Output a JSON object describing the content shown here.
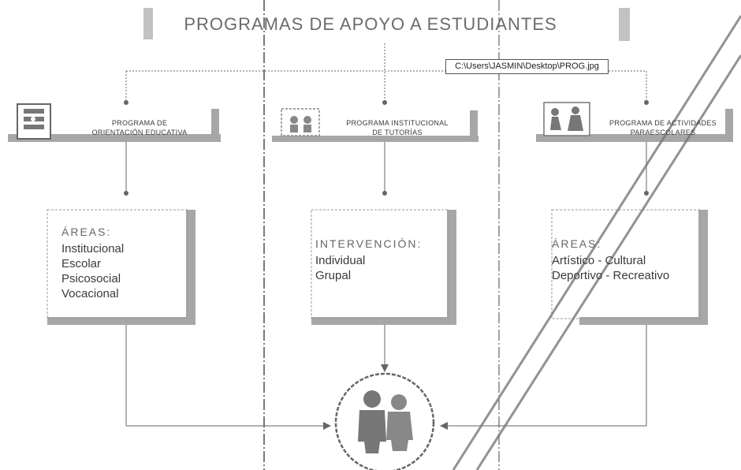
{
  "title": "PROGRAMAS DE APOYO A ESTUDIANTES",
  "file_path": "C:\\Users\\JASMIN\\Desktop\\PROG.jpg",
  "programs": [
    {
      "line1": "PROGRAMA DE",
      "line2": "ORIENTACIÓN EDUCATIVA",
      "icon": "orientation-icon"
    },
    {
      "line1": "PROGRAMA INSTITUCIONAL",
      "line2": "DE TUTORÍAS",
      "icon": "tutoring-icon"
    },
    {
      "line1": "PROGRAMA DE ACTIVIDADES",
      "line2": "PARAESCOLARES",
      "icon": "activities-icon"
    }
  ],
  "details": [
    {
      "heading": "ÁREAS:",
      "items": [
        "Institucional",
        "Escolar",
        "Psicosocial",
        "Vocacional"
      ]
    },
    {
      "heading": "INTERVENCIÓN:",
      "items": [
        "Individual",
        "Grupal"
      ]
    },
    {
      "heading": "ÁREAS:",
      "items": [
        "Artístico - Cultural",
        "Deportivo - Recreativo"
      ]
    }
  ],
  "target_icon": "students-icon"
}
